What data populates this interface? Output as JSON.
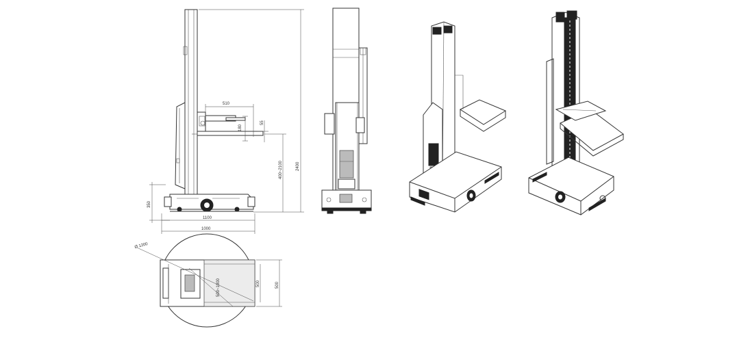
{
  "dimensions": {
    "arm_reach": "510",
    "arm_height": "180",
    "arm_thickness": "55",
    "lift_range": "400~2100",
    "total_height": "2400",
    "base_height": "350",
    "overall_length": "1100",
    "body_length": "1000",
    "turning_diameter": "Ø 1200",
    "inner_range": "500~1000",
    "width_inner": "500",
    "width": "500"
  }
}
